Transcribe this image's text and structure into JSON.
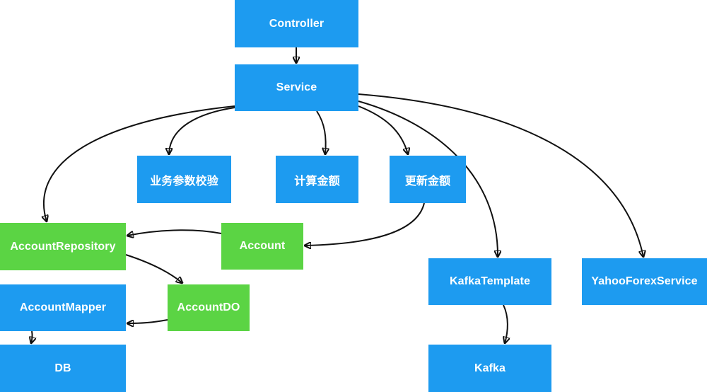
{
  "diagram": {
    "colors": {
      "service_node": "#1d9bf0",
      "domain_node": "#5bd444",
      "edge": "#111111",
      "text": "#ffffff"
    },
    "nodes": {
      "controller": "Controller",
      "service": "Service",
      "validate": "业务参数校验",
      "calc": "计算金额",
      "update": "更新金额",
      "account_repository": "AccountRepository",
      "account": "Account",
      "account_mapper": "AccountMapper",
      "account_do": "AccountDO",
      "db": "DB",
      "kafka_template": "KafkaTemplate",
      "yahoo_forex_service": "YahooForexService",
      "kafka": "Kafka"
    }
  }
}
